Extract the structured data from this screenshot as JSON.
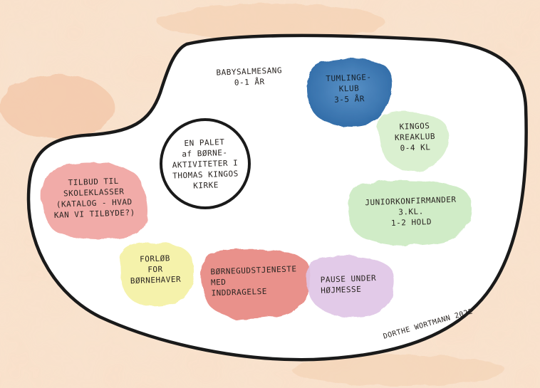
{
  "center": {
    "text": "EN PALET\naf BØRNE-\nAKTIVITETER I\nTHOMAS KINGOS\nKIRKE"
  },
  "blobs": [
    {
      "id": "babysalmesang",
      "text": "BABYSALMESANG\n0-1 ÅR",
      "color": "none"
    },
    {
      "id": "tumlingeklub",
      "text": "TUMLINGE-\nKLUB\n3-5 ÅR",
      "color": "#3a78b5"
    },
    {
      "id": "kingos-kreaklub",
      "text": "KINGOS\nKREAKLUB\n0-4 KL",
      "color": "#cfe9c2"
    },
    {
      "id": "tilbud-skoleklasser",
      "text": "TILBUD TIL\nSKOLEKLASSER\n(KATALOG - HVAD\nKAN VI TILBYDE?)",
      "color": "#ef9a97"
    },
    {
      "id": "juniorkonfirmander",
      "text": "JUNIORKONFIRMANDER\n3.KL.\n1-2 HOLD",
      "color": "#c4e6bd"
    },
    {
      "id": "forloeb-boernehaver",
      "text": "FORLØB\nFOR\nBØRNEHAVER",
      "color": "#f3f0a0"
    },
    {
      "id": "boernegudstjeneste",
      "text": "BØRNEGUDSTJENESTE\nMED\nINDDRAGELSE",
      "color": "#e57f78"
    },
    {
      "id": "pause-hoejmesse",
      "text": "PAUSE UNDER\nHØJMESSE",
      "color": "#dcc2e3"
    }
  ],
  "signature": "DORTHE WORTMANN 2022",
  "colors": {
    "paper": "#f6dcc4",
    "outline": "#1a1a1a",
    "palette_fill": "#ffffff"
  }
}
